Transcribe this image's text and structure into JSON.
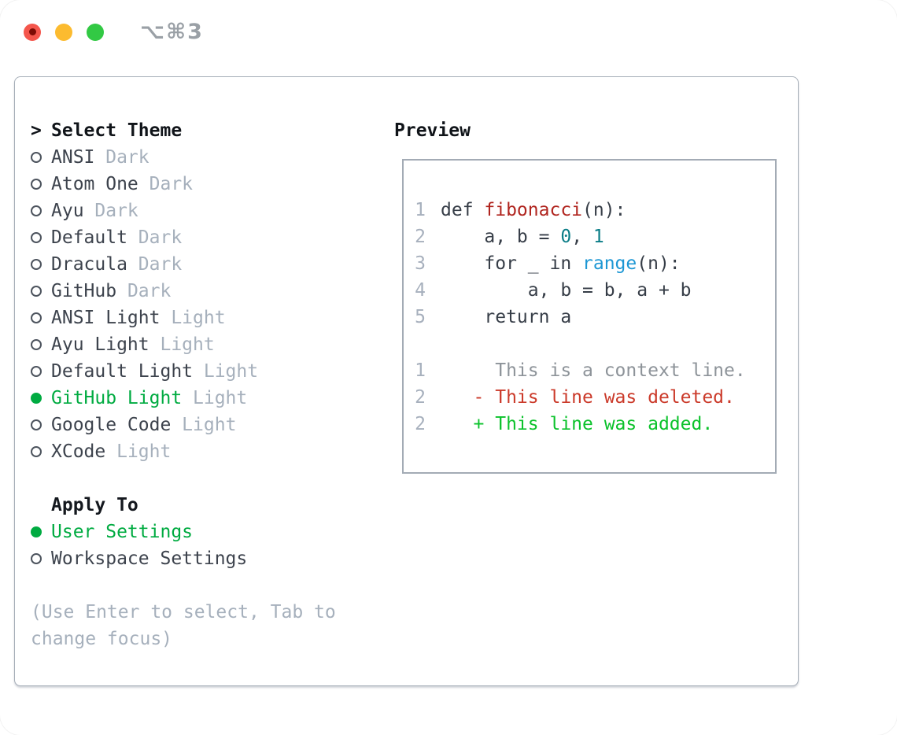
{
  "window": {
    "title": "⌥⌘3",
    "traffic_lights": [
      {
        "name": "close",
        "color": "#f4564c",
        "dot_color": "#7d0c05"
      },
      {
        "name": "minimize",
        "color": "#fcbb2f"
      },
      {
        "name": "zoom",
        "color": "#32c944"
      }
    ]
  },
  "theme_panel": {
    "header": {
      "prompt": ">",
      "label": "Select Theme"
    },
    "themes": [
      {
        "name": "ANSI",
        "tag": "Dark",
        "selected": false
      },
      {
        "name": "Atom One",
        "tag": "Dark",
        "selected": false
      },
      {
        "name": "Ayu",
        "tag": "Dark",
        "selected": false
      },
      {
        "name": "Default",
        "tag": "Dark",
        "selected": false
      },
      {
        "name": "Dracula",
        "tag": "Dark",
        "selected": false
      },
      {
        "name": "GitHub",
        "tag": "Dark",
        "selected": false
      },
      {
        "name": "ANSI Light",
        "tag": "Light",
        "selected": false
      },
      {
        "name": "Ayu Light",
        "tag": "Light",
        "selected": false
      },
      {
        "name": "Default Light",
        "tag": "Light",
        "selected": false
      },
      {
        "name": "GitHub Light",
        "tag": "Light",
        "selected": true
      },
      {
        "name": "Google Code",
        "tag": "Light",
        "selected": false
      },
      {
        "name": "XCode",
        "tag": "Light",
        "selected": false
      }
    ],
    "apply_to": {
      "label": "Apply To",
      "options": [
        {
          "name": "User Settings",
          "selected": true
        },
        {
          "name": "Workspace Settings",
          "selected": false
        }
      ]
    },
    "hint_lines": [
      "(Use Enter to select, Tab to",
      "change focus)"
    ]
  },
  "preview": {
    "label": "Preview",
    "lines": [
      {
        "num": "1",
        "kind": "code",
        "segments": [
          {
            "text": "def ",
            "style": "code"
          },
          {
            "text": "fibonacci",
            "style": "func"
          },
          {
            "text": "(n):",
            "style": "code"
          }
        ]
      },
      {
        "num": "2",
        "kind": "code",
        "segments": [
          {
            "text": "    a, b = ",
            "style": "code"
          },
          {
            "text": "0",
            "style": "num"
          },
          {
            "text": ", ",
            "style": "code"
          },
          {
            "text": "1",
            "style": "num"
          }
        ]
      },
      {
        "num": "3",
        "kind": "code",
        "segments": [
          {
            "text": "    for _ in ",
            "style": "code"
          },
          {
            "text": "range",
            "style": "builtin"
          },
          {
            "text": "(n):",
            "style": "code"
          }
        ]
      },
      {
        "num": "4",
        "kind": "code",
        "segments": [
          {
            "text": "        a, b = b, a + b",
            "style": "code"
          }
        ]
      },
      {
        "num": "5",
        "kind": "code",
        "segments": [
          {
            "text": "    return a",
            "style": "code"
          }
        ]
      },
      {
        "num": "",
        "kind": "blank",
        "segments": []
      },
      {
        "num": "1",
        "kind": "context",
        "segments": [
          {
            "text": "     This is a context line.",
            "style": "context"
          }
        ]
      },
      {
        "num": "2",
        "kind": "deleted",
        "segments": [
          {
            "text": "   - This line was deleted.",
            "style": "deleted"
          }
        ]
      },
      {
        "num": "2",
        "kind": "added",
        "segments": [
          {
            "text": "   + This line was added.",
            "style": "added"
          }
        ]
      }
    ]
  },
  "colors": {
    "accent_green": "#00ab41",
    "added_green": "#0bc22b",
    "deleted_red": "#cb3a2a",
    "function_red": "#b0241e",
    "number_teal": "#0b7d87",
    "builtin_blue": "#1d97d4",
    "muted_gray": "#a6b0bc",
    "text_dark": "#3d434d",
    "border_gray": "#a6aeb8"
  }
}
